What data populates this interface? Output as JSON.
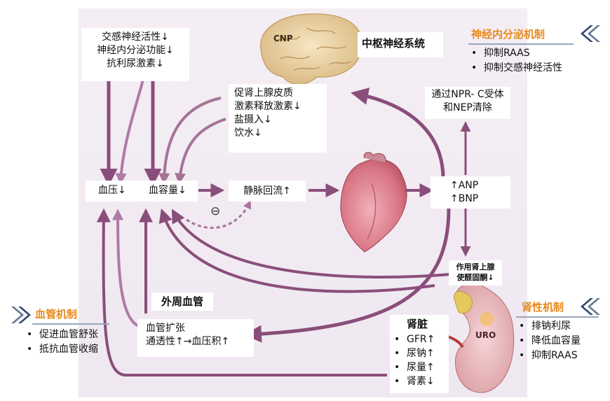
{
  "nodes": {
    "cns_title": "中枢神经系统",
    "cnp_label": "CNP",
    "top_left": [
      "交感神经活性↓",
      "神经内分泌功能↓",
      "抗利尿激素↓"
    ],
    "adrenal_cortex": [
      "促肾上腺皮质",
      "激素释放激素↓",
      "盐摄入↓",
      "饮水↓"
    ],
    "npr_clear": [
      "通过NPR- C受体",
      "和NEP清除"
    ],
    "blood_pressure": "血压↓",
    "blood_volume": "血容量↓",
    "venous_return": "静脉回流↑",
    "anp": "↑ANP",
    "bnp": "↑BNP",
    "inhibit_symbol": "⊖",
    "adrenal_effect": [
      "作用肾上腺",
      "使醛固酮↓"
    ],
    "peripheral_title": "外周血管",
    "peripheral_effects": [
      "血管扩张",
      "通透性↑→血压积↑"
    ],
    "kidney_title": "肾脏",
    "kidney_items": [
      "GFR↑",
      "尿钠↑",
      "尿量↑",
      "肾素↓"
    ],
    "uro_label": "URO"
  },
  "mechanisms": {
    "neuro": {
      "title": "神经内分泌机制",
      "items": [
        "抑制RAAS",
        "抑制交感神经活性"
      ]
    },
    "vascular": {
      "title": "血管机制",
      "items": [
        "促进血管舒张",
        "抵抗血管收缩"
      ]
    },
    "renal": {
      "title": "肾性机制",
      "items": [
        "排钠利尿",
        "降低血容量",
        "抑制RAAS"
      ]
    }
  },
  "colors": {
    "arrow": "#8a4e7a",
    "accent": "#e8891c",
    "chevron": "#2f4a6e",
    "panel": "#f3ecf3"
  }
}
